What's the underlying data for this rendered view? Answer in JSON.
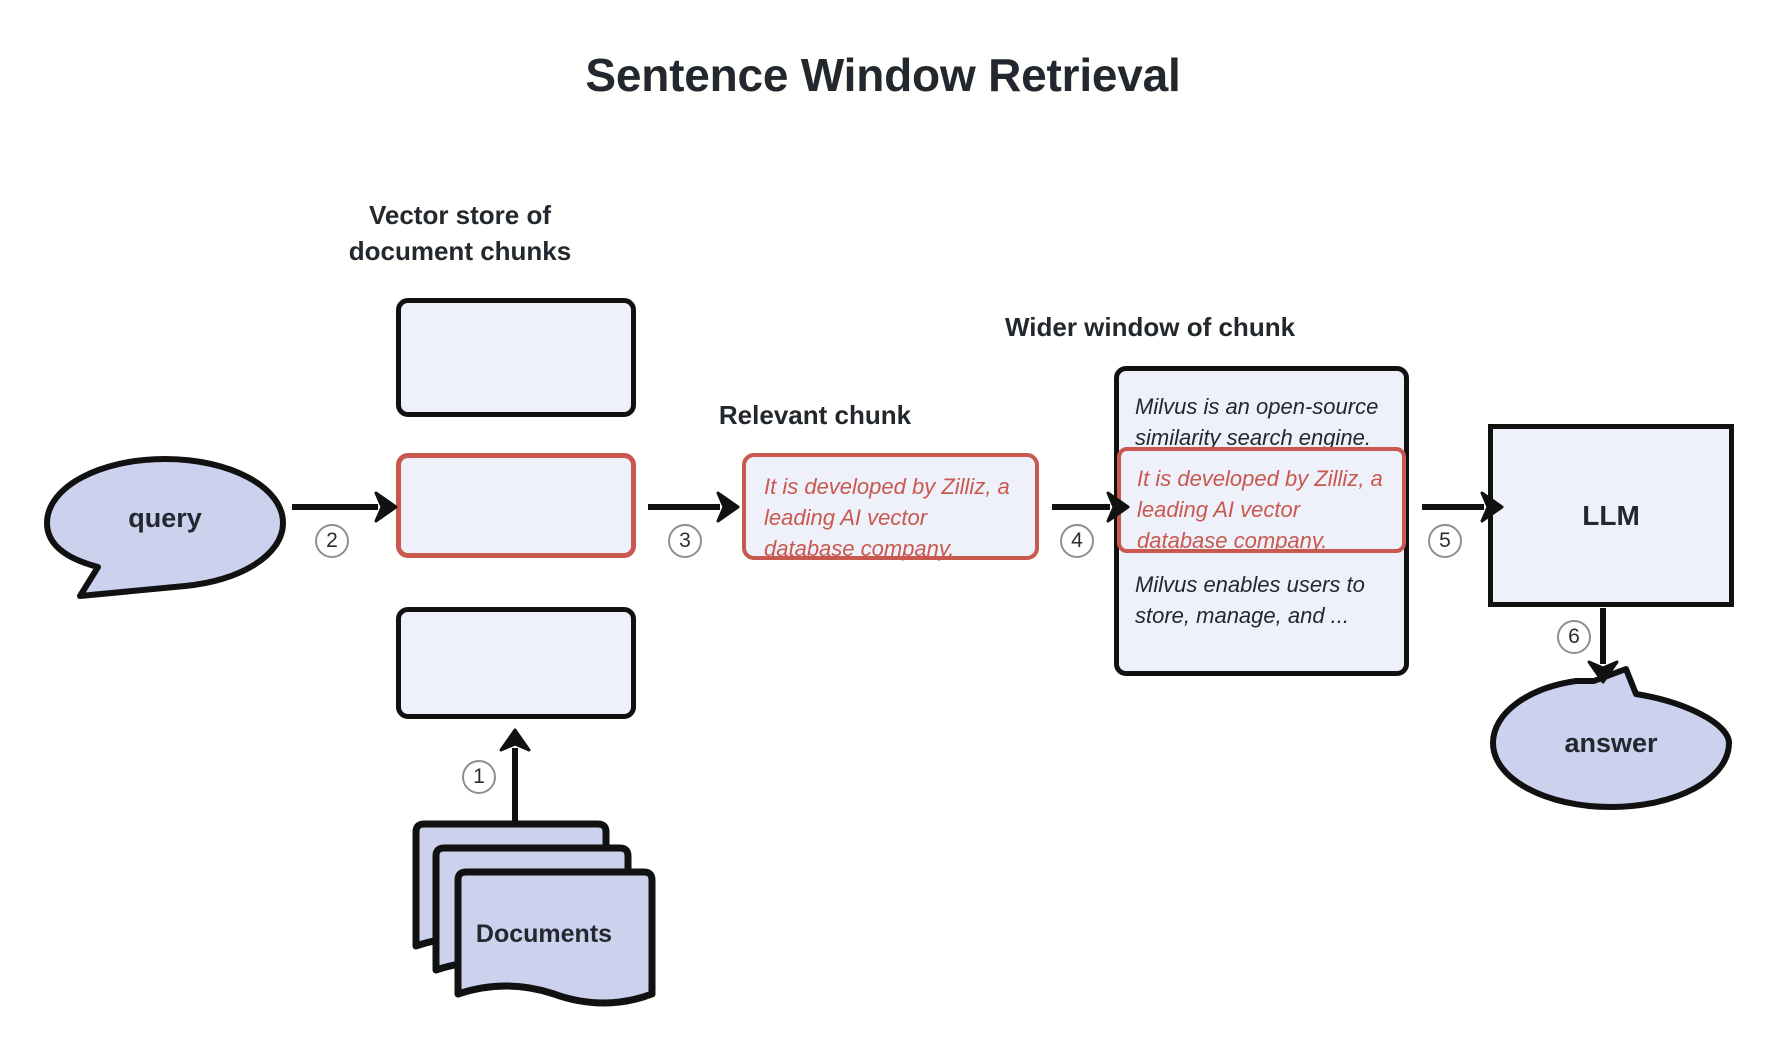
{
  "title": "Sentence Window Retrieval",
  "colors": {
    "background": "#fffffd",
    "box_fill": "#eef1f9",
    "bubble_fill": "#ccd2ee",
    "stroke": "#111111",
    "accent_red": "#c9584f",
    "text": "#23272e"
  },
  "captions": {
    "vector_store": "Vector store of\ndocument chunks",
    "relevant_chunk": "Relevant chunk",
    "wider_window": "Wider window of chunk"
  },
  "nodes": {
    "query": "query",
    "answer": "answer",
    "llm": "LLM",
    "documents": "Documents"
  },
  "relevant_chunk": {
    "text": "It is developed by Zilliz, a leading AI vector database company."
  },
  "wider_window": {
    "before": "Milvus is an open-source similarity search engine.",
    "highlight": "It is developed by Zilliz, a leading AI vector database company.",
    "after": "Milvus enables users to store, manage, and ..."
  },
  "steps": [
    {
      "number": "①",
      "label": "1"
    },
    {
      "number": "②",
      "label": "2"
    },
    {
      "number": "③",
      "label": "3"
    },
    {
      "number": "④",
      "label": "4"
    },
    {
      "number": "⑤",
      "label": "5"
    },
    {
      "number": "⑥",
      "label": "6"
    }
  ],
  "step_labels": {
    "s1": "1",
    "s2": "2",
    "s3": "3",
    "s4": "4",
    "s5": "5",
    "s6": "6"
  }
}
